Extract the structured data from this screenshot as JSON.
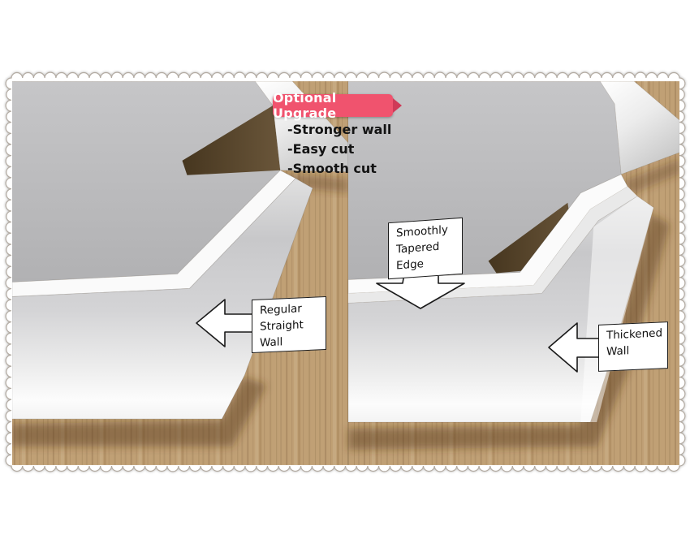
{
  "banner": {
    "label": "Optional Upgrade"
  },
  "features": {
    "items": [
      "-Stronger wall",
      "-Easy cut",
      "-Smooth cut"
    ]
  },
  "annotations": {
    "regular_wall": {
      "lines": [
        "Regular",
        "Straight",
        "Wall"
      ]
    },
    "tapered_edge": {
      "lines": [
        "Smoothly",
        "Tapered",
        "Edge"
      ]
    },
    "thickened_wall": {
      "lines": [
        "Thickened",
        "Wall"
      ]
    }
  },
  "colors": {
    "banner_pink": "#f0536e",
    "banner_tail_dark_pink": "#cf3a58",
    "wood_tan": "#c0a075",
    "tray_floor_gray": "#bcbcbe",
    "tray_wall_white": "#fafafa",
    "interior_shadow_brown": "#53412b",
    "annotation_ink": "#1a1a1a",
    "lace_outline": "#b3aba2"
  }
}
